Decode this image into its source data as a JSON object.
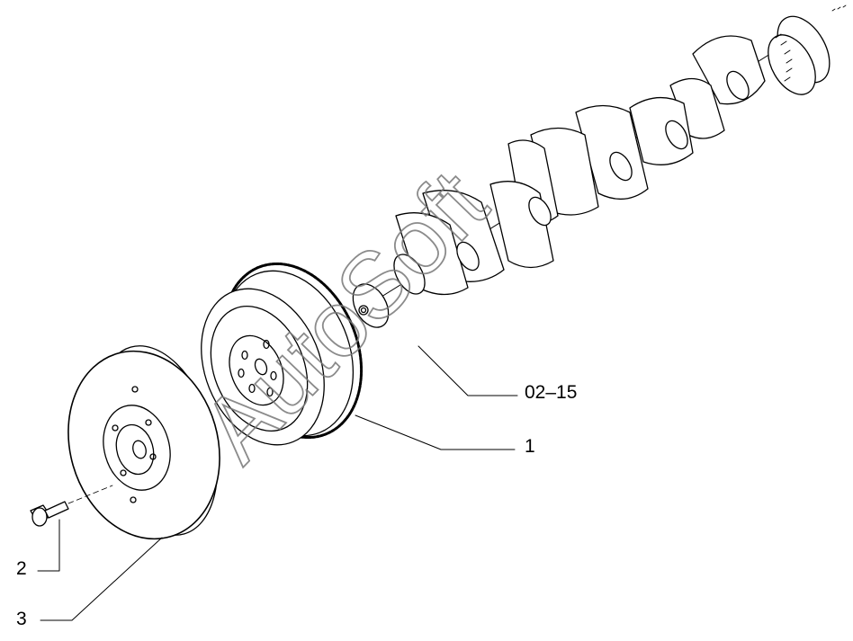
{
  "diagram": {
    "callouts": [
      {
        "id": "crankshaft",
        "label": "02–15"
      },
      {
        "id": "flywheel",
        "label": "1"
      },
      {
        "id": "bolt",
        "label": "2"
      },
      {
        "id": "damper",
        "label": "3"
      }
    ],
    "watermark": "AutoSoft"
  }
}
